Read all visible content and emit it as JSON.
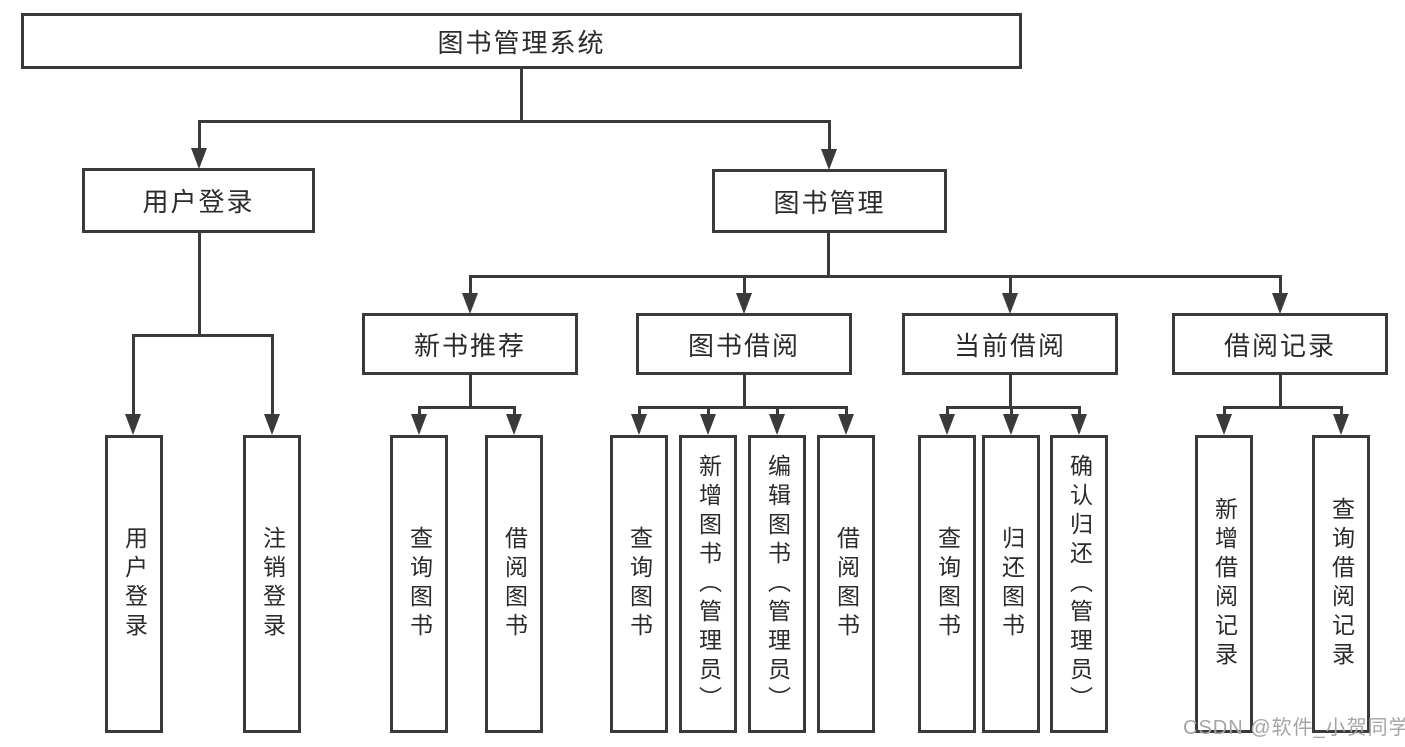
{
  "diagram": {
    "root": "图书管理系统",
    "level2": {
      "user_login": "用户登录",
      "book_mgmt": "图书管理"
    },
    "level3": {
      "new_books": "新书推荐",
      "book_borrow": "图书借阅",
      "current_borrow": "当前借阅",
      "borrow_records": "借阅记录"
    },
    "leaves": {
      "user_login": [
        "用户登录",
        "注销登录"
      ],
      "new_books": [
        "查询图书",
        "借阅图书"
      ],
      "book_borrow": [
        "查询图书",
        "新增图书（管理员）",
        "编辑图书（管理员）",
        "借阅图书"
      ],
      "current_borrow": [
        "查询图书",
        "归还图书",
        "确认归还（管理员）"
      ],
      "borrow_records": [
        "新增借阅记录",
        "查询借阅记录"
      ]
    }
  },
  "watermark": "CSDN @软件_小贺同学",
  "colors": {
    "line": "#3a3a3a",
    "text": "#2b2b2b",
    "watermark": "#a5a5a5",
    "background": "#ffffff"
  }
}
